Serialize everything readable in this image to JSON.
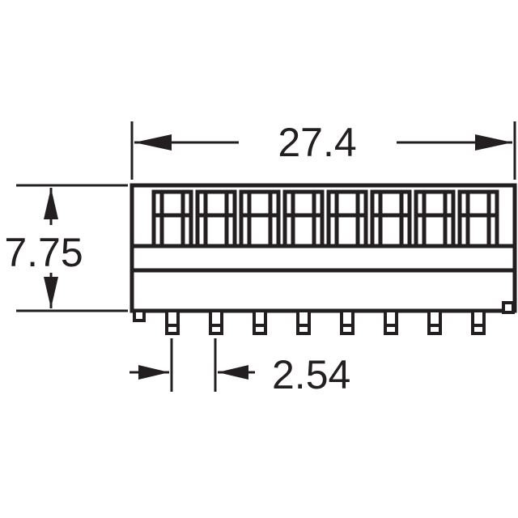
{
  "drawing": {
    "width_label": "27.4",
    "height_label": "7.75",
    "pitch_label": "2.54",
    "switch_count": 8,
    "line_color": "#231f20"
  }
}
